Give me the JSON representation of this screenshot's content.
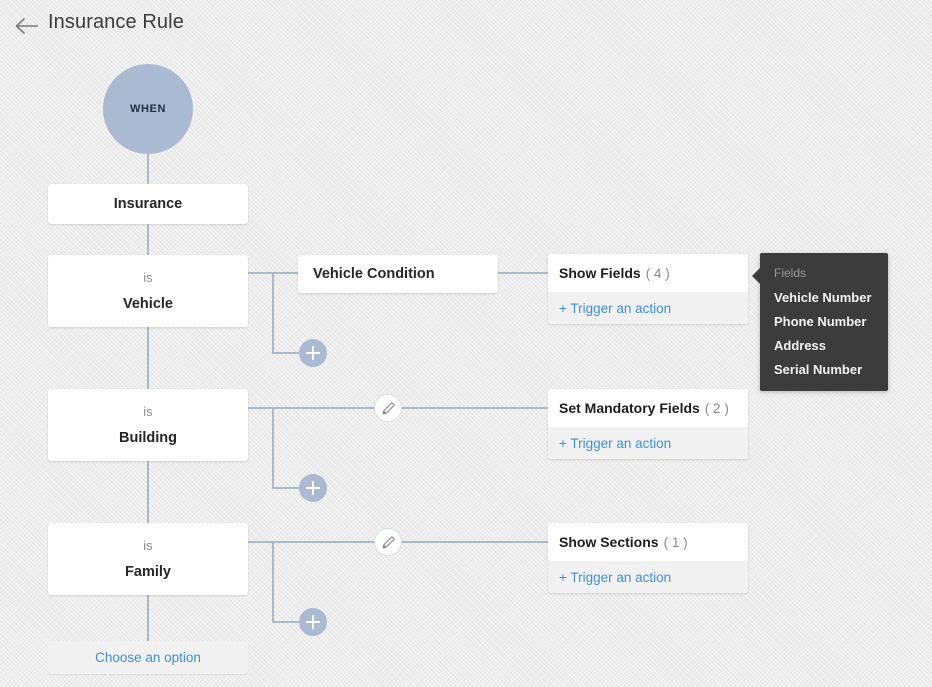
{
  "header": {
    "back_icon": "back-arrow-icon",
    "title": "Insurance Rule"
  },
  "flow": {
    "when_label": "WHEN",
    "entity": "Insurance",
    "conditions": [
      {
        "operator": "is",
        "value": "Vehicle"
      },
      {
        "operator": "is",
        "value": "Building"
      },
      {
        "operator": "is",
        "value": "Family"
      }
    ],
    "middle_node": "Vehicle Condition",
    "choose_option": "Choose an option",
    "add_icon": "plus-icon",
    "edit_icon": "pencil-icon",
    "trigger_label": "+ Trigger an action"
  },
  "actions": [
    {
      "title": "Show Fields",
      "count": "( 4 )",
      "trigger": "+ Trigger an action"
    },
    {
      "title": "Set Mandatory Fields",
      "count": "( 2 )",
      "trigger": "+ Trigger an action"
    },
    {
      "title": "Show Sections",
      "count": "( 1 )",
      "trigger": "+ Trigger an action"
    }
  ],
  "tooltip": {
    "heading": "Fields",
    "items": [
      "Vehicle Number",
      "Phone Number",
      "Address",
      "Serial Number"
    ]
  },
  "colors": {
    "node_blue": "#a9bad2",
    "link_blue": "#3d8fe0",
    "tooltip_bg": "#3c3c3c",
    "wire": "#aabacd",
    "background": "#ecebeb"
  }
}
